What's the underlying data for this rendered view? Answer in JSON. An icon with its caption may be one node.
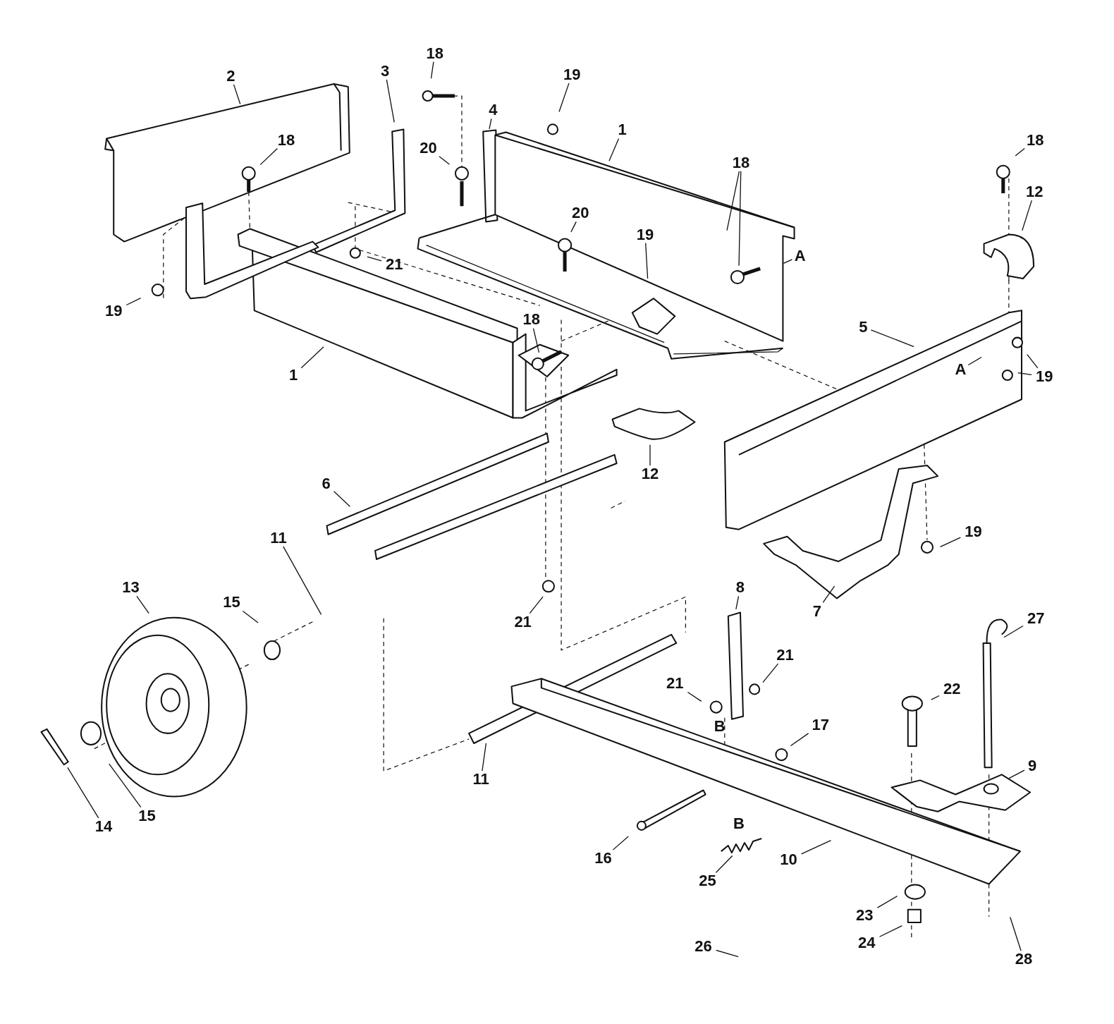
{
  "diagram": {
    "nodes": [
      {
        "text": [
          "18"
        ]
      },
      {
        "text": [
          "3"
        ]
      },
      {
        "text": [
          "19"
        ]
      },
      {
        "text": [
          "2"
        ]
      },
      {
        "text": [
          "4"
        ]
      },
      {
        "text": [
          "1"
        ]
      },
      {
        "text": [
          "18"
        ]
      },
      {
        "text": [
          "18"
        ]
      },
      {
        "text": [
          "20"
        ]
      },
      {
        "text": [
          "18"
        ]
      },
      {
        "text": [
          "12"
        ]
      },
      {
        "text": [
          "20"
        ]
      },
      {
        "text": [
          "19"
        ]
      },
      {
        "text": [
          "A"
        ]
      },
      {
        "text": [
          "21"
        ]
      },
      {
        "text": [
          "19"
        ]
      },
      {
        "text": [
          "18"
        ]
      },
      {
        "text": [
          "5"
        ]
      },
      {
        "text": [
          "A"
        ]
      },
      {
        "text": [
          "19"
        ]
      },
      {
        "text": [
          "1"
        ]
      },
      {
        "text": [
          "12"
        ]
      },
      {
        "text": [
          "6"
        ]
      },
      {
        "text": [
          "19"
        ]
      },
      {
        "text": [
          "11"
        ]
      },
      {
        "text": [
          "13"
        ]
      },
      {
        "text": [
          "15"
        ]
      },
      {
        "text": [
          "8"
        ]
      },
      {
        "text": [
          "7"
        ]
      },
      {
        "text": [
          "27"
        ]
      },
      {
        "text": [
          "21"
        ]
      },
      {
        "text": [
          "21"
        ]
      },
      {
        "text": [
          "21"
        ]
      },
      {
        "text": [
          "22"
        ]
      },
      {
        "text": [
          "17"
        ]
      },
      {
        "text": [
          "9"
        ]
      },
      {
        "text": [
          "11"
        ]
      },
      {
        "text": [
          "15"
        ]
      },
      {
        "text": [
          "14"
        ]
      },
      {
        "text": [
          "16"
        ]
      },
      {
        "text": [
          "25"
        ]
      },
      {
        "text": [
          "10"
        ]
      },
      {
        "text": [
          "23"
        ]
      },
      {
        "text": [
          "24"
        ]
      },
      {
        "text": [
          "28"
        ]
      },
      {
        "text": [
          "26"
        ]
      }
    ],
    "edges": [
      {
        "from": 0,
        "to": null,
        "arrow": "none"
      },
      {
        "from": 1,
        "to": null,
        "arrow": "none"
      },
      {
        "from": 2,
        "to": null,
        "arrow": "none"
      },
      {
        "from": 3,
        "to": null,
        "arrow": "none"
      },
      {
        "from": 4,
        "to": null,
        "arrow": "none"
      },
      {
        "from": 5,
        "to": null,
        "arrow": "none"
      },
      {
        "from": 6,
        "to": null,
        "arrow": "none"
      },
      {
        "from": 7,
        "to": null,
        "arrow": "none"
      },
      {
        "from": 8,
        "to": null,
        "arrow": "none"
      },
      {
        "from": 9,
        "to": null,
        "arrow": "none"
      },
      {
        "from": 9,
        "to": null,
        "arrow": "none"
      },
      {
        "from": 10,
        "to": null,
        "arrow": "none"
      },
      {
        "from": 11,
        "to": null,
        "arrow": "none"
      },
      {
        "from": 12,
        "to": null,
        "arrow": "none"
      },
      {
        "from": 13,
        "to": null,
        "arrow": "none"
      },
      {
        "from": 14,
        "to": null,
        "arrow": "none"
      },
      {
        "from": 15,
        "to": null,
        "arrow": "none"
      },
      {
        "from": 16,
        "to": null,
        "arrow": "none"
      },
      {
        "from": 17,
        "to": null,
        "arrow": "none"
      },
      {
        "from": 18,
        "to": null,
        "arrow": "none"
      },
      {
        "from": 19,
        "to": null,
        "arrow": "none"
      },
      {
        "from": 19,
        "to": null,
        "arrow": "none"
      },
      {
        "from": 20,
        "to": null,
        "arrow": "none"
      },
      {
        "from": 21,
        "to": null,
        "arrow": "none"
      },
      {
        "from": 22,
        "to": null,
        "arrow": "none"
      },
      {
        "from": 23,
        "to": null,
        "arrow": "none"
      },
      {
        "from": 24,
        "to": null,
        "arrow": "none"
      },
      {
        "from": 25,
        "to": null,
        "arrow": "none"
      },
      {
        "from": 26,
        "to": null,
        "arrow": "none"
      },
      {
        "from": 27,
        "to": null,
        "arrow": "none"
      },
      {
        "from": 28,
        "to": null,
        "arrow": "none"
      },
      {
        "from": 29,
        "to": null,
        "arrow": "none"
      },
      {
        "from": 30,
        "to": null,
        "arrow": "none"
      },
      {
        "from": 31,
        "to": null,
        "arrow": "none"
      },
      {
        "from": 32,
        "to": null,
        "arrow": "none"
      },
      {
        "from": 33,
        "to": null,
        "arrow": "none"
      },
      {
        "from": 34,
        "to": null,
        "arrow": "none"
      },
      {
        "from": 35,
        "to": null,
        "arrow": "none"
      },
      {
        "from": 36,
        "to": null,
        "arrow": "none"
      },
      {
        "from": 37,
        "to": null,
        "arrow": "none"
      },
      {
        "from": 38,
        "to": null,
        "arrow": "none"
      },
      {
        "from": 39,
        "to": null,
        "arrow": "none"
      },
      {
        "from": 40,
        "to": null,
        "arrow": "none"
      },
      {
        "from": 41,
        "to": null,
        "arrow": "none"
      },
      {
        "from": 42,
        "to": null,
        "arrow": "none"
      },
      {
        "from": 43,
        "to": null,
        "arrow": "none"
      },
      {
        "from": 44,
        "to": null,
        "arrow": "none"
      },
      {
        "from": 45,
        "to": null,
        "arrow": "none"
      }
    ],
    "labels": [
      "B",
      "B"
    ]
  }
}
